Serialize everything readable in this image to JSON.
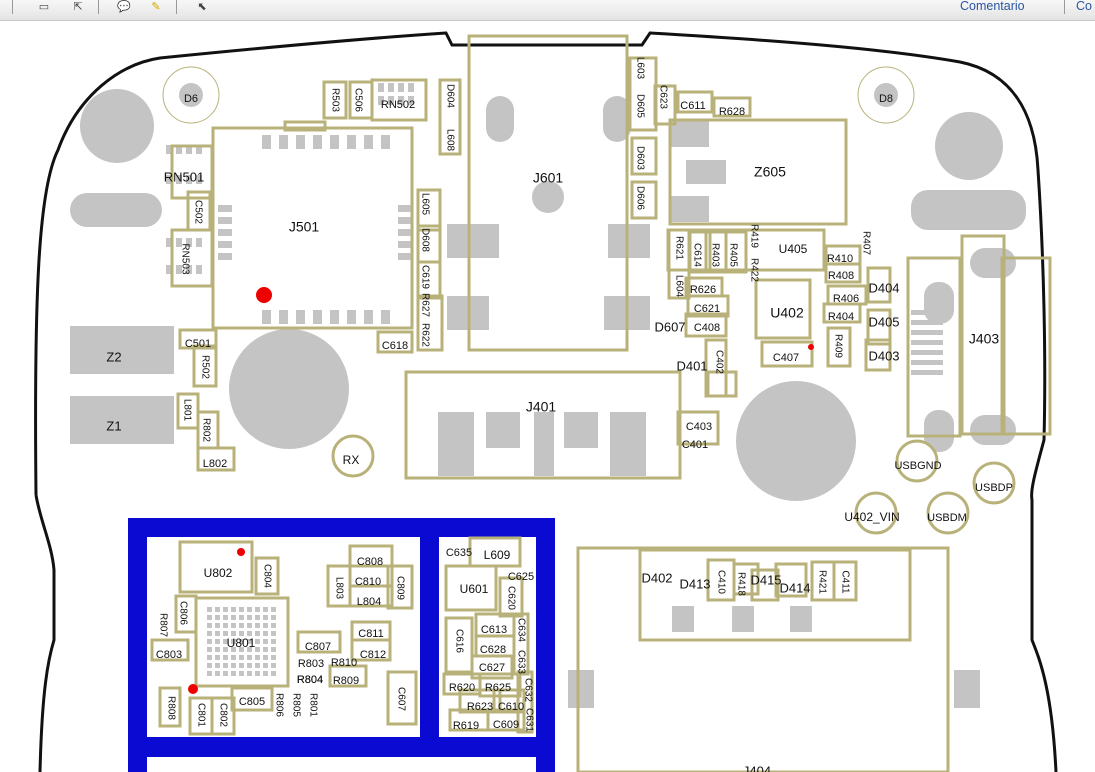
{
  "toolbar": {
    "buttons": [
      {
        "name": "save-icon",
        "glyph": "▭"
      },
      {
        "name": "export-icon",
        "glyph": "⇱"
      },
      {
        "name": "comment-icon",
        "glyph": "💬"
      },
      {
        "name": "markup-icon",
        "glyph": "✎"
      },
      {
        "name": "select-icon",
        "glyph": "⬉"
      }
    ],
    "comment_link": "Comentario",
    "second_link": "Co"
  },
  "colors": {
    "pad": "#b8b27a",
    "gray": "#c4c4c4",
    "shield_blue": "#0a0ad2",
    "outline": "#111111",
    "marker": "#ee0000"
  },
  "labels": [
    "D6",
    "D8",
    "R503",
    "C506",
    "RN502",
    "D604",
    "L608",
    "L603",
    "D605",
    "C623",
    "C611",
    "R628",
    "RN501",
    "J501",
    "C502",
    "RN503",
    "L605",
    "D608",
    "C619",
    "R627",
    "R622",
    "C618",
    "J601",
    "D603",
    "D606",
    "Z605",
    "R621",
    "L604",
    "C614",
    "R403",
    "R405",
    "R419",
    "R422",
    "U405",
    "R410",
    "R407",
    "R408",
    "R626",
    "R406",
    "D404",
    "C621",
    "U402",
    "R404",
    "D405",
    "J403",
    "D607",
    "C408",
    "R409",
    "C407",
    "D403",
    "D401",
    "C402",
    "Z2",
    "C501",
    "R502",
    "Z1",
    "L801",
    "R802",
    "L802",
    "RX",
    "J401",
    "C403",
    "C401",
    "USBGND",
    "USBDP",
    "U402_VIN",
    "USBDM",
    "U802",
    "C808",
    "C635",
    "L609",
    "C625",
    "C804",
    "C810",
    "C809",
    "L803",
    "L804",
    "U601",
    "C620",
    "C806",
    "R807",
    "U801",
    "C811",
    "C807",
    "C803",
    "C616",
    "C613",
    "C634",
    "C633",
    "C628",
    "R810",
    "C812",
    "R803",
    "R804",
    "R809",
    "C627",
    "C805",
    "R806",
    "R801",
    "R805",
    "C607",
    "R620",
    "R625",
    "C632",
    "R808",
    "C801",
    "C802",
    "R623",
    "C610",
    "C631",
    "R619",
    "C609",
    "D402",
    "D413",
    "C410",
    "R418",
    "D415",
    "D414",
    "R421",
    "C411",
    "J404",
    "R804"
  ]
}
